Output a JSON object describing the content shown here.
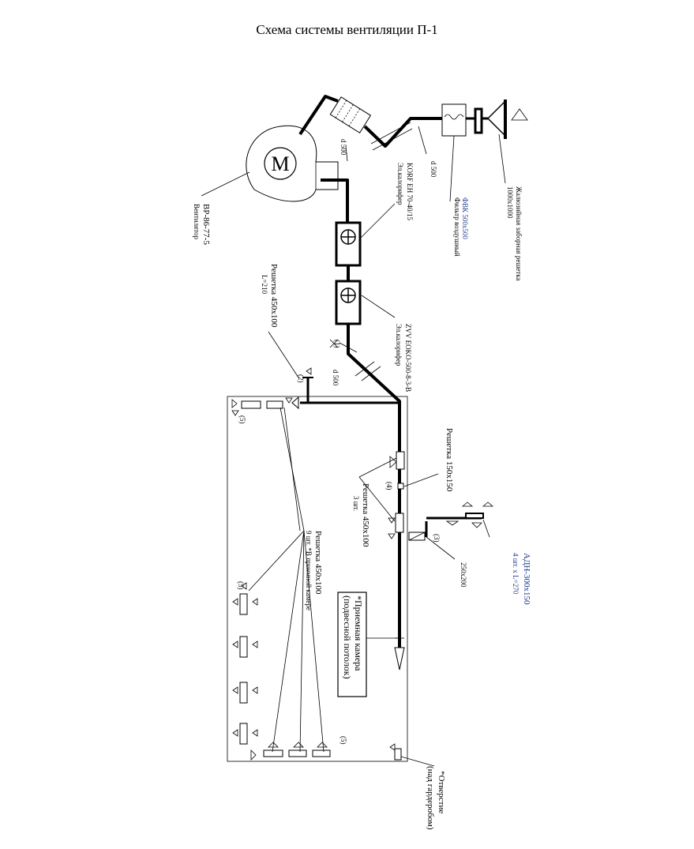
{
  "title": "Схема системы вентиляции   П-1",
  "labels": {
    "fan_name": "ВР-86-77-5",
    "fan_type": "Вентилятор",
    "motor": "M",
    "duct_d500_a": "d 500",
    "duct_d500_b": "d 500",
    "duct_d500_c": "d 500",
    "heater_model": "KORF EH 70-40/15",
    "heater_type": "Эл.калорифер",
    "filter_model": "ФВК 500x500",
    "filter_type": "Фильтр воздушный",
    "intake_grille_type": "Жалюзийная заборная решетка",
    "intake_grille_size": "1000x1000",
    "silencer_model": "ZVV EOKO-500-8-3-В",
    "silencer_type": "Эл.калорифер",
    "marker_1": "(1)",
    "marker_2": "(2)",
    "marker_3": "(3)",
    "marker_4": "(4)",
    "marker_5a": "(5)",
    "marker_5b": "(5)",
    "marker_5c": "(5)",
    "grille_2_title": "Решетка 450x100",
    "grille_2_len": "L=210",
    "grille_150_title": "Решетка 150x150",
    "grille_4_title": "Решетка 450x100",
    "grille_4_count": "3 шт.",
    "adn_title": "АДН-300x150",
    "adn_count": "4 шт. x L=270",
    "size_250": "250x200",
    "grille_5_title": "Решетка 450x100",
    "grille_5_note": "9 шт. *В приемной камере",
    "chamber_line1": "*Приемная камера",
    "chamber_line2": "(подвесной потолок)",
    "opening_line1": "*Отверстие",
    "opening_line2": "(над гардеробом)"
  }
}
